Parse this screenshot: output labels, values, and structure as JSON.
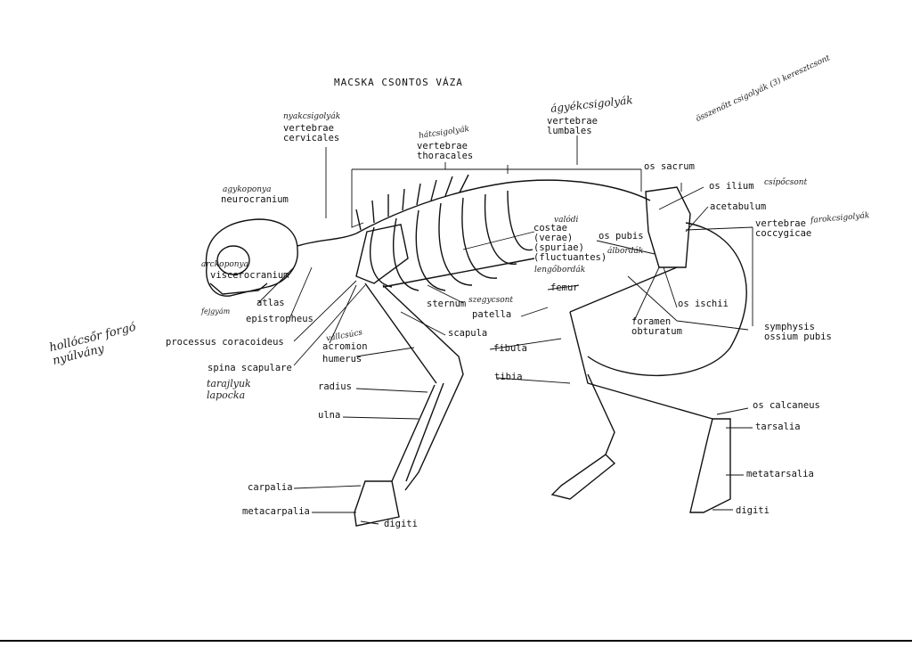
{
  "title": "MACSKA CSONTOS VÁZA",
  "labels": {
    "vertebrae_cervicales": "vertebrae\ncervicales",
    "vertebrae_thoracales": "vertebrae\nthoracales",
    "vertebrae_lumbales": "vertebrae\nlumbales",
    "os_sacrum": "os sacrum",
    "os_ilium": "os ilium",
    "acetabulum": "acetabulum",
    "vertebrae_coccygicae": "vertebrae\ncoccygicae",
    "neurocranium": "neurocranium",
    "viscerocranium": "viscerocranium",
    "atlas": "atlas",
    "epistropheus": "epistropheus",
    "processus_coracoideus": "processus coracoideus",
    "acromion": "acromion",
    "spina_scapulare": "spina scapulare",
    "humerus": "humerus",
    "radius": "radius",
    "ulna": "ulna",
    "carpalia": "carpalia",
    "metacarpalia": "metacarpalia",
    "digiti_front": "digiti",
    "costae": "costae\n(verae)\n(spuriae)\n(fluctuantes)",
    "os_pubis": "os pubis",
    "sternum": "sternum",
    "femur": "femur",
    "patella": "patella",
    "scapula": "scapula",
    "fibula": "fibula",
    "tibia": "tibia",
    "os_ischii": "os ischii",
    "foramen_obturatum": "foramen\nobturatum",
    "symphysis_ossium_pubis": "symphysis\nossium pubis",
    "os_calcaneus": "os calcaneus",
    "tarsalia": "tarsalia",
    "metatarsalia": "metatarsalia",
    "digiti_hind": "digiti"
  },
  "handwritten_notes": {
    "cervical": "nyakcsigolyák",
    "thoracal": "hátcsigolyák",
    "lumbal": "ágyékcsigolyák",
    "sacrum": "összenőtt csigolyák (3) keresztcsont",
    "ilium": "csípőcsont",
    "coccyg": "farokcsigolyák",
    "neuro": "agykoponya",
    "viscero": "arckoponya",
    "costae_verae": "valódi",
    "costae_spuriae": "álbordák",
    "costae_fluct": "lengőbordák",
    "sternum": "szegycsont",
    "acromion": "vállcsúcs",
    "spina": "tarajlyuk lapocka",
    "left_note": "hollócsőr forgó nyúlvány",
    "atlas": "fejgyám"
  }
}
